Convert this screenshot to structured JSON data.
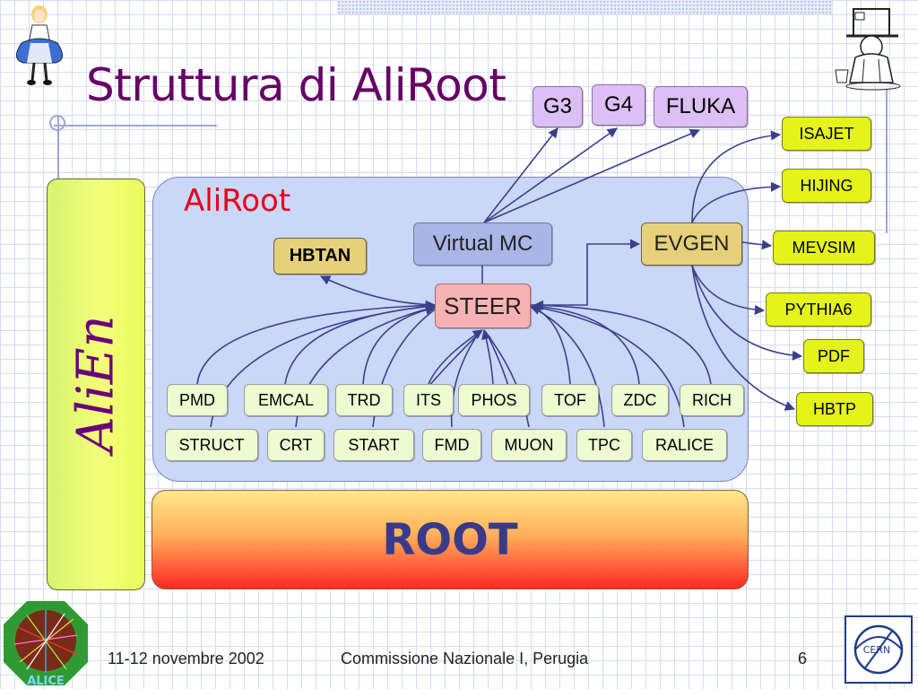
{
  "title": "Struttura di AliRoot",
  "aliroot_label": "AliRoot",
  "alien_label": "AliEn",
  "root_label": "ROOT",
  "core": {
    "virtual_mc": "Virtual MC",
    "steer": "STEER",
    "hbtan": "HBTAN",
    "evgen": "EVGEN"
  },
  "transport": [
    "G3",
    "G4",
    "FLUKA"
  ],
  "generators": [
    "ISAJET",
    "HIJING",
    "MEVSIM",
    "PYTHIA6",
    "PDF",
    "HBTP"
  ],
  "detectors_row1": [
    "PMD",
    "EMCAL",
    "TRD",
    "ITS",
    "PHOS",
    "TOF",
    "ZDC",
    "RICH"
  ],
  "detectors_row2": [
    "STRUCT",
    "CRT",
    "START",
    "FMD",
    "MUON",
    "TPC",
    "RALICE"
  ],
  "footer": {
    "date": "11-12 novembre 2002",
    "event": "Commissione Nazionale I, Perugia",
    "page": "6"
  },
  "logos": {
    "alice_experiment_text": "ALICE",
    "cern_text": "CERN"
  },
  "colors": {
    "title": "#660066",
    "aliroot_label": "#e8001a",
    "arrow": "#3a3f8c",
    "generator_fill": "#e4f31a",
    "detector_fill": "#ecfbd0",
    "transport_fill": "#dcc0f5"
  }
}
